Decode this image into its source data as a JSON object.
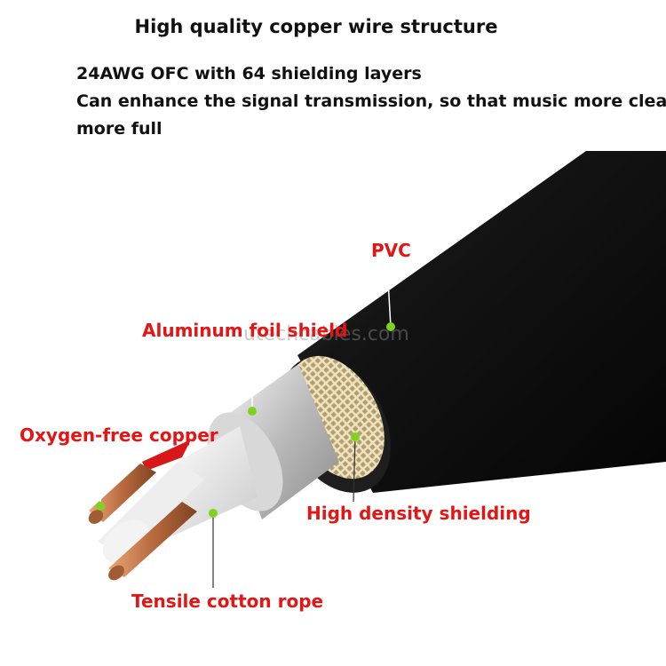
{
  "title": "High quality copper wire structure",
  "description": {
    "line1": "24AWG OFC with 64 shielding layers",
    "line2": "Can enhance the signal transmission, so that music more clear,",
    "line3": "more full"
  },
  "labels": {
    "pvc": "PVC",
    "aluminum_foil": "Aluminum foil shield",
    "oxygen_free_copper": "Oxygen-free copper",
    "high_density_shielding": "High density shielding",
    "tensile_rope": "Tensile cotton rope"
  },
  "watermark": "utechcables.com",
  "colors": {
    "label": "#e41515",
    "marker_dot": "#7ed321",
    "jacket": "#111111",
    "braid": "#c7b58c",
    "copper": "#c8794a"
  }
}
